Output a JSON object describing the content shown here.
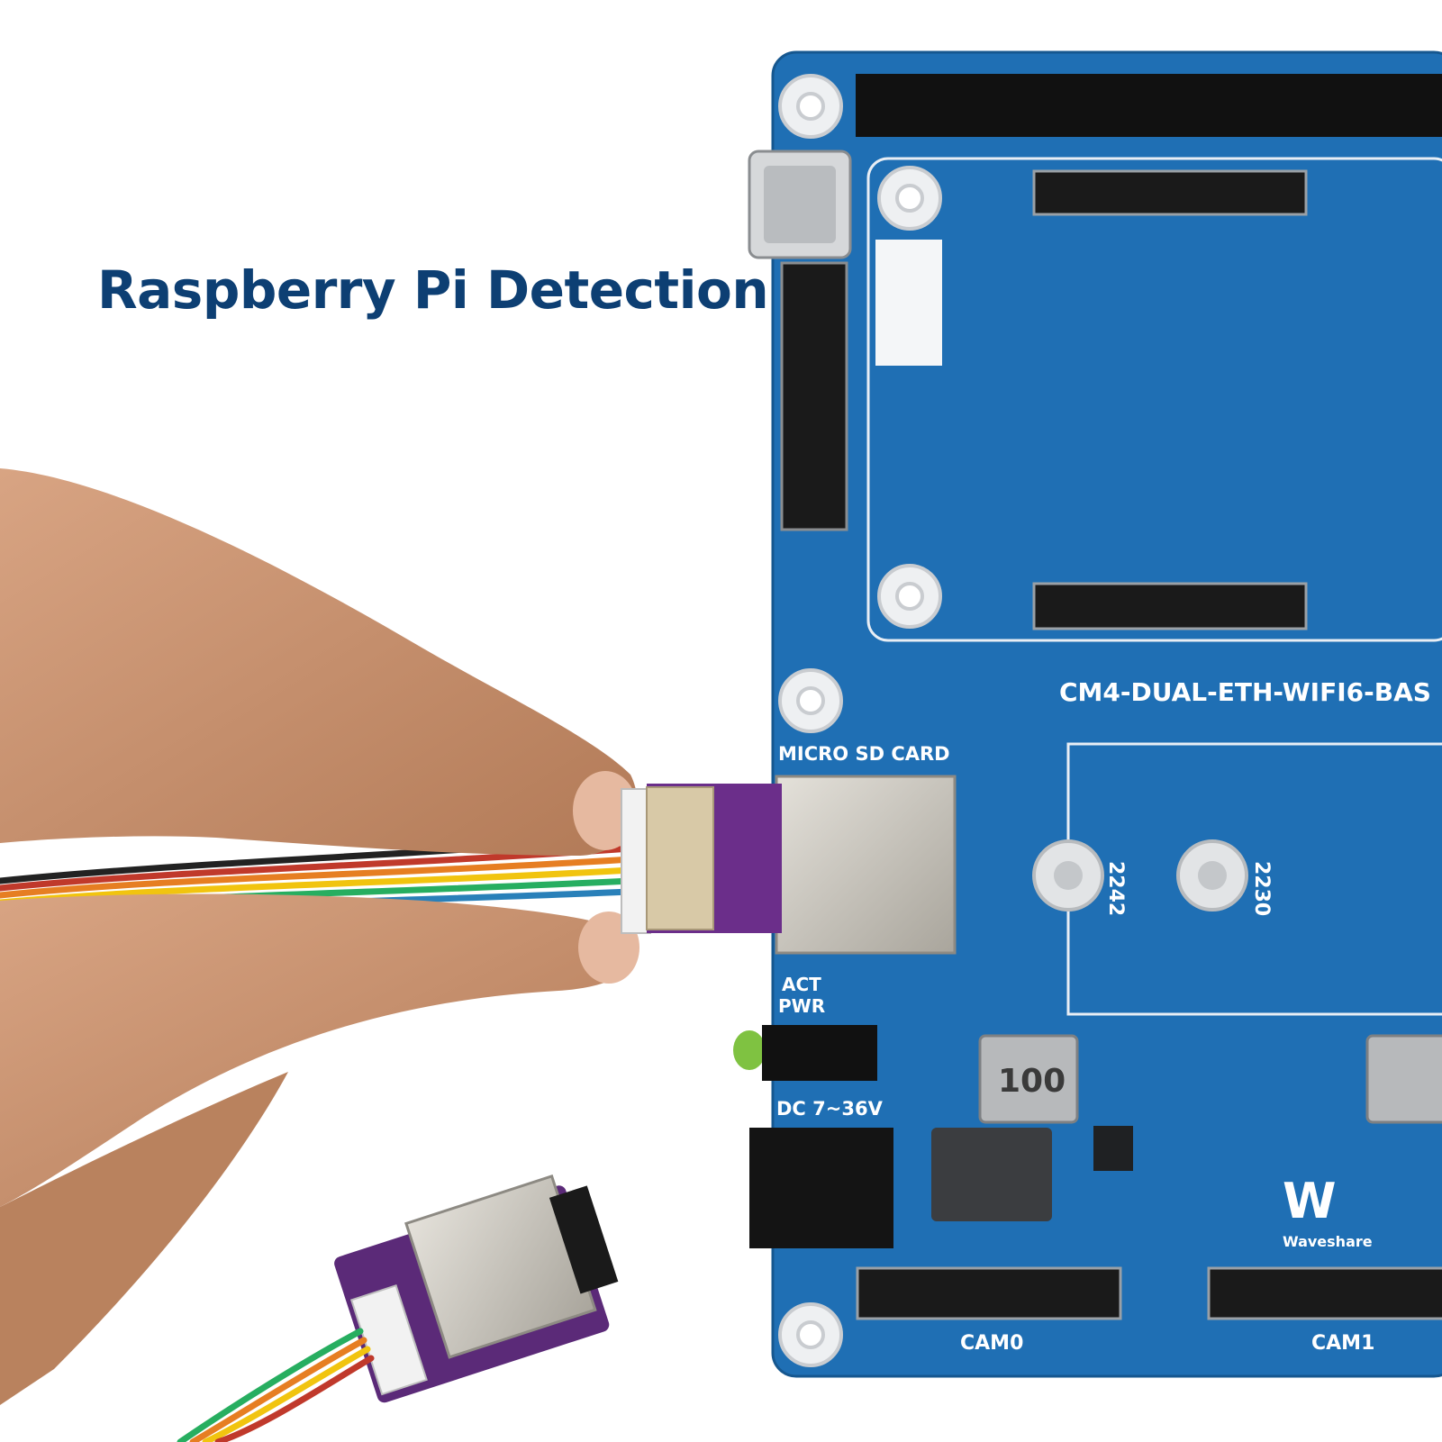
{
  "headline": "Raspberry Pi Detection",
  "board": {
    "model_label": "CM4-DUAL-ETH-WIFI6-BAS",
    "micro_sd_label": "MICRO SD CARD",
    "act_label": "ACT",
    "pwr_label": "PWR",
    "dc_label": "DC 7~36V",
    "cam0_label": "CAM0",
    "cam1_label": "CAM1",
    "brand_label": "Waveshare",
    "m2_2242_label": "2242",
    "m2_2230_label": "2230",
    "inductor_label": "100"
  },
  "colors": {
    "headline": "#0d3f73",
    "pcb": "#1f6fb4",
    "adapter_pcb": "#6b2e8a",
    "skin": "#c6906c"
  }
}
